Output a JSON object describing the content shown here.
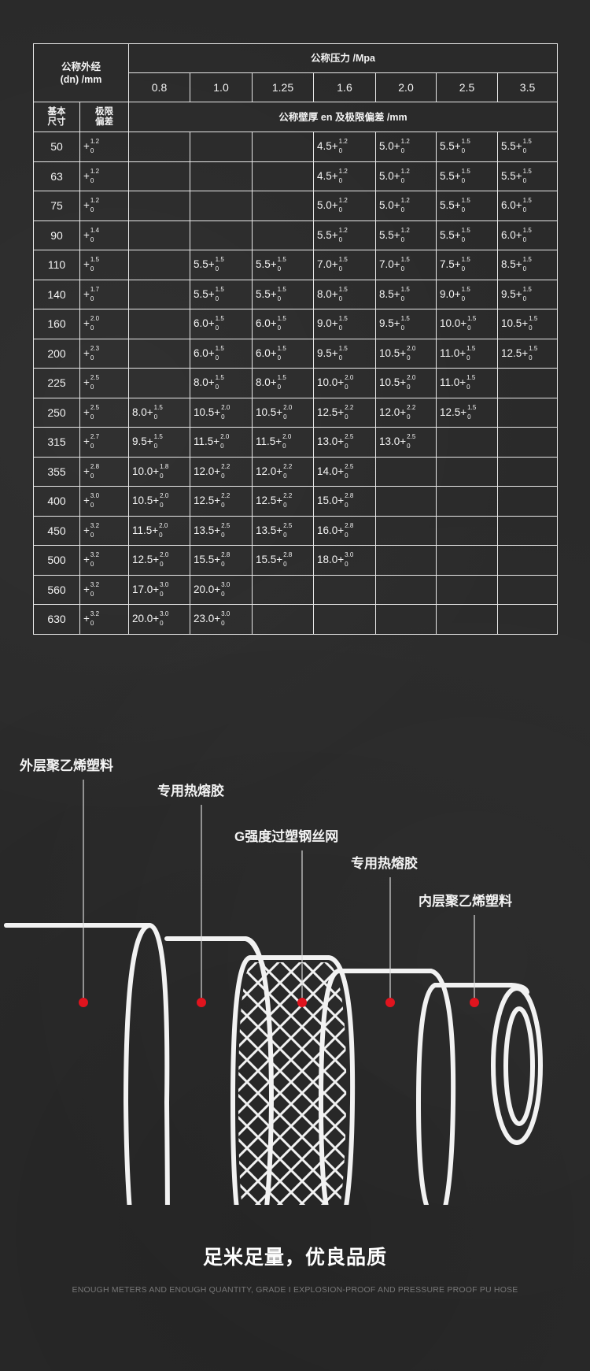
{
  "table": {
    "hdr_dn": "公称外经",
    "hdr_dn_unit": "(dn) /mm",
    "hdr_pressure": "公称压力 /Mpa",
    "pressures": [
      "0.8",
      "1.0",
      "1.25",
      "1.6",
      "2.0",
      "2.5",
      "3.5"
    ],
    "hdr_basic": "基本尺寸",
    "hdr_tol": "极限偏差",
    "hdr_wall": "公称壁厚 en 及极限偏差 /mm",
    "tol_prefix": "+",
    "tol_lower": "0",
    "rows": [
      {
        "dn": "50",
        "tol": "1.2",
        "cells": [
          null,
          null,
          null,
          [
            "4.5",
            "1.2"
          ],
          [
            "5.0",
            "1.2"
          ],
          [
            "5.5",
            "1.5"
          ],
          [
            "5.5",
            "1.5"
          ]
        ]
      },
      {
        "dn": "63",
        "tol": "1.2",
        "cells": [
          null,
          null,
          null,
          [
            "4.5",
            "1.2"
          ],
          [
            "5.0",
            "1.2"
          ],
          [
            "5.5",
            "1.5"
          ],
          [
            "5.5",
            "1.5"
          ]
        ]
      },
      {
        "dn": "75",
        "tol": "1.2",
        "cells": [
          null,
          null,
          null,
          [
            "5.0",
            "1.2"
          ],
          [
            "5.0",
            "1.2"
          ],
          [
            "5.5",
            "1.5"
          ],
          [
            "6.0",
            "1.5"
          ]
        ]
      },
      {
        "dn": "90",
        "tol": "1.4",
        "cells": [
          null,
          null,
          null,
          [
            "5.5",
            "1.2"
          ],
          [
            "5.5",
            "1.2"
          ],
          [
            "5.5",
            "1.5"
          ],
          [
            "6.0",
            "1.5"
          ]
        ]
      },
      {
        "dn": "110",
        "tol": "1.5",
        "cells": [
          null,
          [
            "5.5",
            "1.5"
          ],
          [
            "5.5",
            "1.5"
          ],
          [
            "7.0",
            "1.5"
          ],
          [
            "7.0",
            "1.5"
          ],
          [
            "7.5",
            "1.5"
          ],
          [
            "8.5",
            "1.5"
          ]
        ]
      },
      {
        "dn": "140",
        "tol": "1.7",
        "cells": [
          null,
          [
            "5.5",
            "1.5"
          ],
          [
            "5.5",
            "1.5"
          ],
          [
            "8.0",
            "1.5"
          ],
          [
            "8.5",
            "1.5"
          ],
          [
            "9.0",
            "1.5"
          ],
          [
            "9.5",
            "1.5"
          ]
        ]
      },
      {
        "dn": "160",
        "tol": "2.0",
        "cells": [
          null,
          [
            "6.0",
            "1.5"
          ],
          [
            "6.0",
            "1.5"
          ],
          [
            "9.0",
            "1.5"
          ],
          [
            "9.5",
            "1.5"
          ],
          [
            "10.0",
            "1.5"
          ],
          [
            "10.5",
            "1.5"
          ]
        ]
      },
      {
        "dn": "200",
        "tol": "2.3",
        "cells": [
          null,
          [
            "6.0",
            "1.5"
          ],
          [
            "6.0",
            "1.5"
          ],
          [
            "9.5",
            "1.5"
          ],
          [
            "10.5",
            "2.0"
          ],
          [
            "11.0",
            "1.5"
          ],
          [
            "12.5",
            "1.5"
          ]
        ]
      },
      {
        "dn": "225",
        "tol": "2.5",
        "cells": [
          null,
          [
            "8.0",
            "1.5"
          ],
          [
            "8.0",
            "1.5"
          ],
          [
            "10.0",
            "2.0"
          ],
          [
            "10.5",
            "2.0"
          ],
          [
            "11.0",
            "1.5"
          ],
          null
        ]
      },
      {
        "dn": "250",
        "tol": "2.5",
        "cells": [
          [
            "8.0",
            "1.5"
          ],
          [
            "10.5",
            "2.0"
          ],
          [
            "10.5",
            "2.0"
          ],
          [
            "12.5",
            "2.2"
          ],
          [
            "12.0",
            "2.2"
          ],
          [
            "12.5",
            "1.5"
          ],
          null
        ]
      },
      {
        "dn": "315",
        "tol": "2.7",
        "cells": [
          [
            "9.5",
            "1.5"
          ],
          [
            "11.5",
            "2.0"
          ],
          [
            "11.5",
            "2.0"
          ],
          [
            "13.0",
            "2.5"
          ],
          [
            "13.0",
            "2.5"
          ],
          null,
          null
        ]
      },
      {
        "dn": "355",
        "tol": "2.8",
        "cells": [
          [
            "10.0",
            "1.8"
          ],
          [
            "12.0",
            "2.2"
          ],
          [
            "12.0",
            "2.2"
          ],
          [
            "14.0",
            "2.5"
          ],
          null,
          null,
          null
        ]
      },
      {
        "dn": "400",
        "tol": "3.0",
        "cells": [
          [
            "10.5",
            "2.0"
          ],
          [
            "12.5",
            "2.2"
          ],
          [
            "12.5",
            "2.2"
          ],
          [
            "15.0",
            "2.8"
          ],
          null,
          null,
          null
        ]
      },
      {
        "dn": "450",
        "tol": "3.2",
        "cells": [
          [
            "11.5",
            "2.0"
          ],
          [
            "13.5",
            "2.5"
          ],
          [
            "13.5",
            "2.5"
          ],
          [
            "16.0",
            "2.8"
          ],
          null,
          null,
          null
        ]
      },
      {
        "dn": "500",
        "tol": "3.2",
        "cells": [
          [
            "12.5",
            "2.0"
          ],
          [
            "15.5",
            "2.8"
          ],
          [
            "15.5",
            "2.8"
          ],
          [
            "18.0",
            "3.0"
          ],
          null,
          null,
          null
        ]
      },
      {
        "dn": "560",
        "tol": "3.2",
        "cells": [
          [
            "17.0",
            "3.0"
          ],
          [
            "20.0",
            "3.0"
          ],
          null,
          null,
          null,
          null,
          null
        ]
      },
      {
        "dn": "630",
        "tol": "3.2",
        "cells": [
          [
            "20.0",
            "3.0"
          ],
          [
            "23.0",
            "3.0"
          ],
          null,
          null,
          null,
          null,
          null
        ]
      }
    ]
  },
  "diagram": {
    "labels": {
      "outer": "外层聚乙烯塑料",
      "glue1": "专用热熔胶",
      "mesh": "G强度过塑钢丝网",
      "glue2": "专用热熔胶",
      "inner": "内层聚乙烯塑料"
    },
    "dot_color": "#e0141e",
    "line_color": "#f2f2f2"
  },
  "footer": {
    "slogan": "足米足量，优良品质",
    "subline": "ENOUGH METERS AND ENOUGH QUANTITY, GRADE I EXPLOSION-PROOF AND PRESSURE PROOF PU HOSE"
  }
}
